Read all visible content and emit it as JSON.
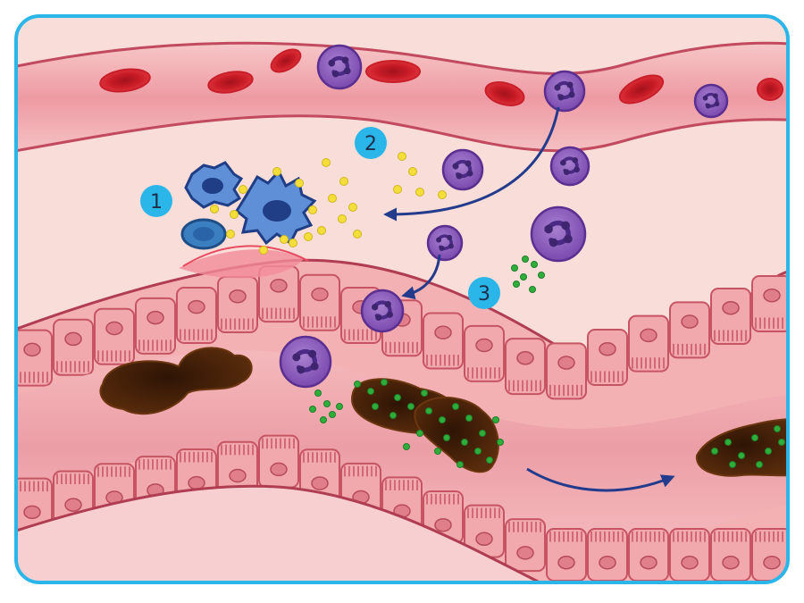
{
  "colors": {
    "frame": "#2bb6ea",
    "background": "#f9ddd8",
    "vessel_wall": "#c24a5e",
    "vessel_lumen": "#f3b3b6",
    "rbc": "#cc1f2a",
    "neutrophil": "#8755b8",
    "nucleus": "#3f2470",
    "dendritic_cell": "#2f5fa6",
    "antigen": "#f3de3a",
    "antimicrobial": "#2fae3c",
    "epithelium": "#f2a9ad",
    "cell_nucleus": "#e07f8a",
    "bacteria": "#4a2308",
    "arrow": "#233b8c",
    "badge": "#2bb6ea"
  },
  "labels": {
    "step1": "1",
    "step2": "2",
    "step3": "3"
  },
  "icons": {
    "flow_arrow": "arrow-icon",
    "badge": "circle-badge-icon"
  }
}
